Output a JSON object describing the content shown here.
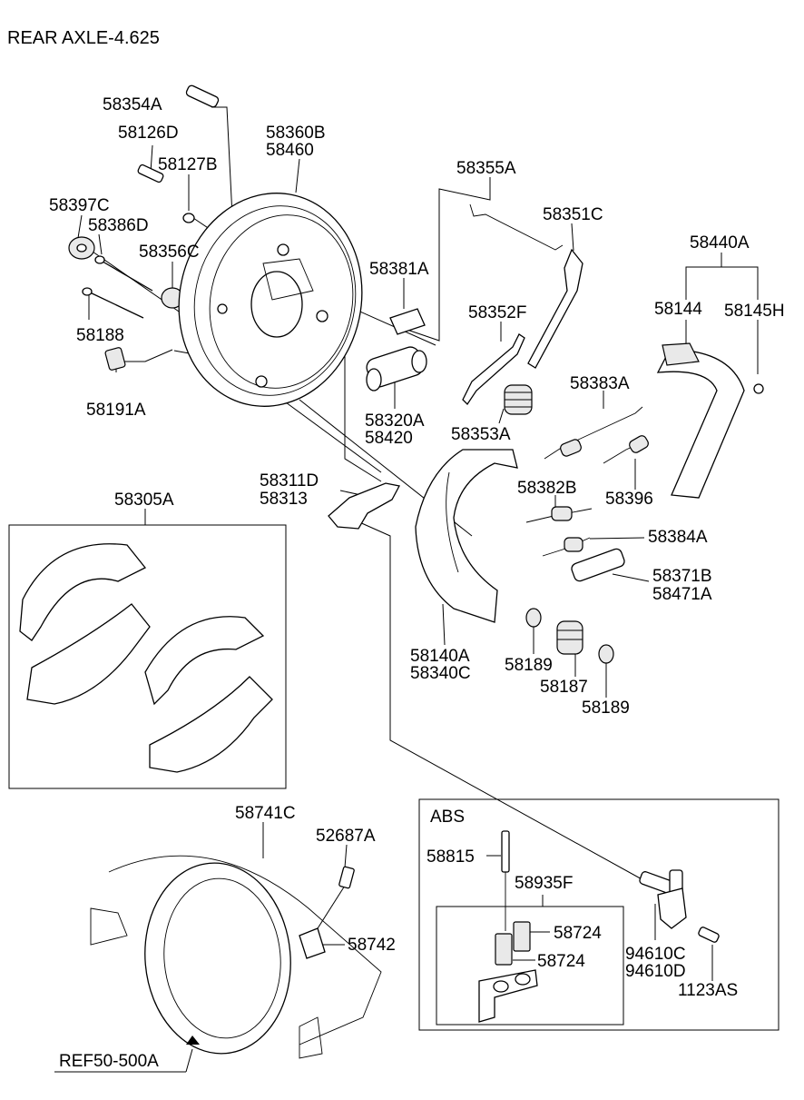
{
  "title": "REAR AXLE-4.625",
  "abs_box_title": "ABS",
  "reference_label": "REF50-500A",
  "part_labels": {
    "p58354A": "58354A",
    "p58126D": "58126D",
    "p58127B": "58127B",
    "p58360B": "58360B",
    "p58460": "58460",
    "p58397C": "58397C",
    "p58386D": "58386D",
    "p58356C": "58356C",
    "p58188": "58188",
    "p58191A": "58191A",
    "p58355A": "58355A",
    "p58351C": "58351C",
    "p58440A": "58440A",
    "p58144": "58144",
    "p58145H": "58145H",
    "p58381A": "58381A",
    "p58352F": "58352F",
    "p58320A": "58320A",
    "p58420": "58420",
    "p58353A": "58353A",
    "p58383A": "58383A",
    "p58396": "58396",
    "p58311D": "58311D",
    "p58313": "58313",
    "p58382B": "58382B",
    "p58384A": "58384A",
    "p58371B": "58371B",
    "p58471A": "58471A",
    "p58305A": "58305A",
    "p58140A": "58140A",
    "p58340C": "58340C",
    "p58189a": "58189",
    "p58187": "58187",
    "p58189b": "58189",
    "p58741C": "58741C",
    "p52687A": "52687A",
    "p58742": "58742",
    "p58815": "58815",
    "p58935F": "58935F",
    "p58724a": "58724",
    "p58724b": "58724",
    "p94610C": "94610C",
    "p94610D": "94610D",
    "p1123AS": "1123AS"
  }
}
